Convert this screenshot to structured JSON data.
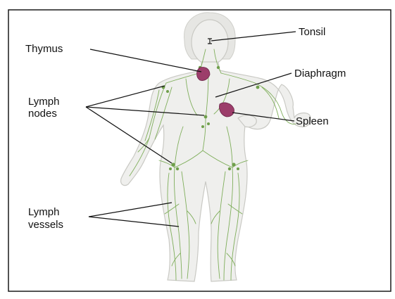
{
  "labels": {
    "tonsil": "Tonsil",
    "thymus": "Thymus",
    "diaphragm": "Diaphragm",
    "lymph_nodes_line1": "Lymph",
    "lymph_nodes_line2": "nodes",
    "spleen": "Spleen",
    "lymph_vessels_line1": "Lymph",
    "lymph_vessels_line2": "vessels"
  },
  "colors": {
    "lymph_vessel": "#7fae5b",
    "organ": "#9c3d6a",
    "body": "#efefed"
  }
}
